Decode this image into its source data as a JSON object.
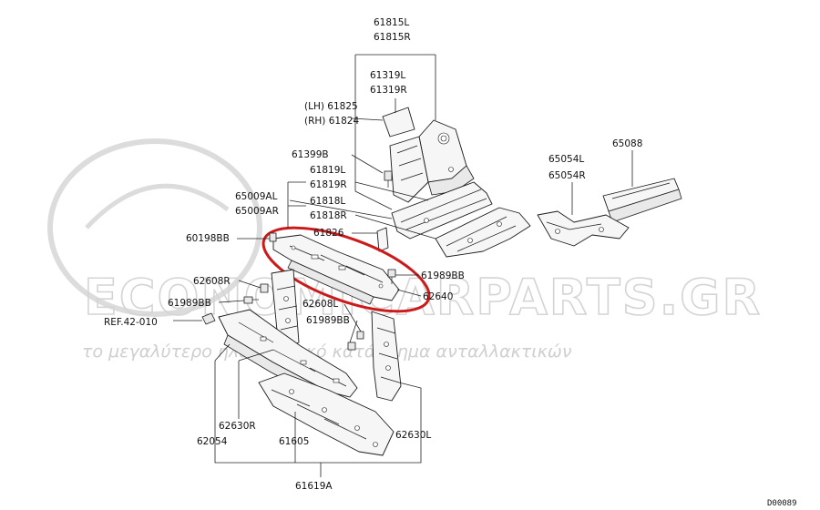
{
  "diagram": {
    "watermark": {
      "brand": "ECONOMICARPARTS.GR",
      "tagline": "το μεγαλύτερο ηλεκτρονικό κατάστημα ανταλλακτικών"
    },
    "diagram_code": "D00089",
    "highlight_color": "#cc1a1a",
    "labels": {
      "p61815L": "61815L",
      "p61815R": "61815R",
      "p61319L": "61319L",
      "p61319R": "61319R",
      "p61825": "(LH) 61825",
      "p61824": "(RH) 61824",
      "p61399B": "61399B",
      "p61819L": "61819L",
      "p61819R": "61819R",
      "p61818L": "61818L",
      "p61818R": "61818R",
      "p65009AL": "65009AL",
      "p65009AR": "65009AR",
      "p65088": "65088",
      "p65054L": "65054L",
      "p65054R": "65054R",
      "p60198BB": "60198BB",
      "p61826": "61826",
      "p61989BB_right": "61989BB",
      "p62608R": "62608R",
      "p62640": "62640",
      "p61989BB_left": "61989BB",
      "p62608L": "62608L",
      "p61989BB_mid": "61989BB",
      "pREF42010": "REF.42-010",
      "p62630R": "62630R",
      "p62054": "62054",
      "p61605": "61605",
      "p62630L": "62630L",
      "p61619A": "61619A"
    }
  }
}
